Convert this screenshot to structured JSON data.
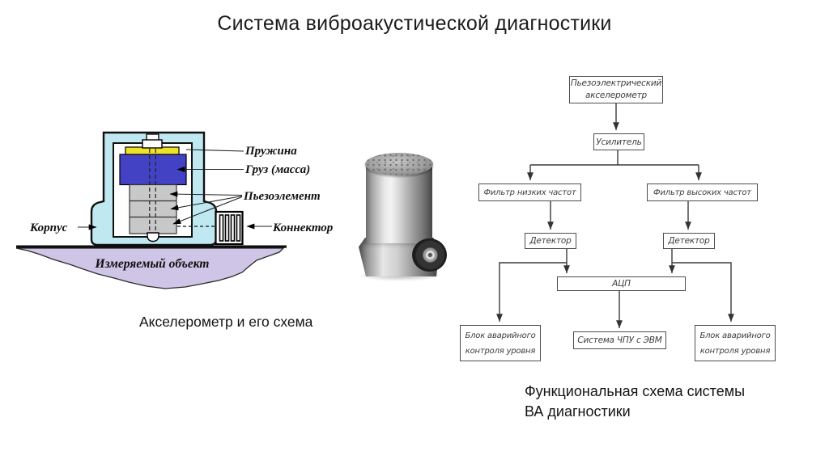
{
  "slide": {
    "title": "Система виброакустической диагностики"
  },
  "accelerometer_diagram": {
    "caption": "Акселерометр и его схема",
    "labels": {
      "spring": "Пружина",
      "mass": "Груз (масса)",
      "piezo": "Пьезоэлемент",
      "body": "Корпус",
      "connector": "Коннектор",
      "object": "Измеряемый объект"
    },
    "colors": {
      "housing": "#bfe8f1",
      "mass": "#4442c4",
      "spring": "#efe32a",
      "piezo": "#c8c8c8",
      "ground": "#cfc5e6"
    }
  },
  "flowchart": {
    "caption": "Функциональная схема системы\nВА диагностики",
    "line_color": "#3a3a3a",
    "nodes": {
      "sensor": {
        "line1": "Пьезоэлектрический",
        "line2": "акселерометр"
      },
      "amplifier": {
        "line1": "Усилитель"
      },
      "lpf": {
        "line1": "Фильтр низких частот"
      },
      "hpf": {
        "line1": "Фильтр высоких частот"
      },
      "detector_left": {
        "line1": "Детектор"
      },
      "detector_right": {
        "line1": "Детектор"
      },
      "adc": {
        "line1": "АЦП"
      },
      "alarm_left": {
        "line1": "Блок аварийного",
        "line2": "контроля уровня"
      },
      "cnc": {
        "line1": "Система ЧПУ с ЭВМ"
      },
      "alarm_right": {
        "line1": "Блок аварийного",
        "line2": "контроля уровня"
      }
    }
  }
}
